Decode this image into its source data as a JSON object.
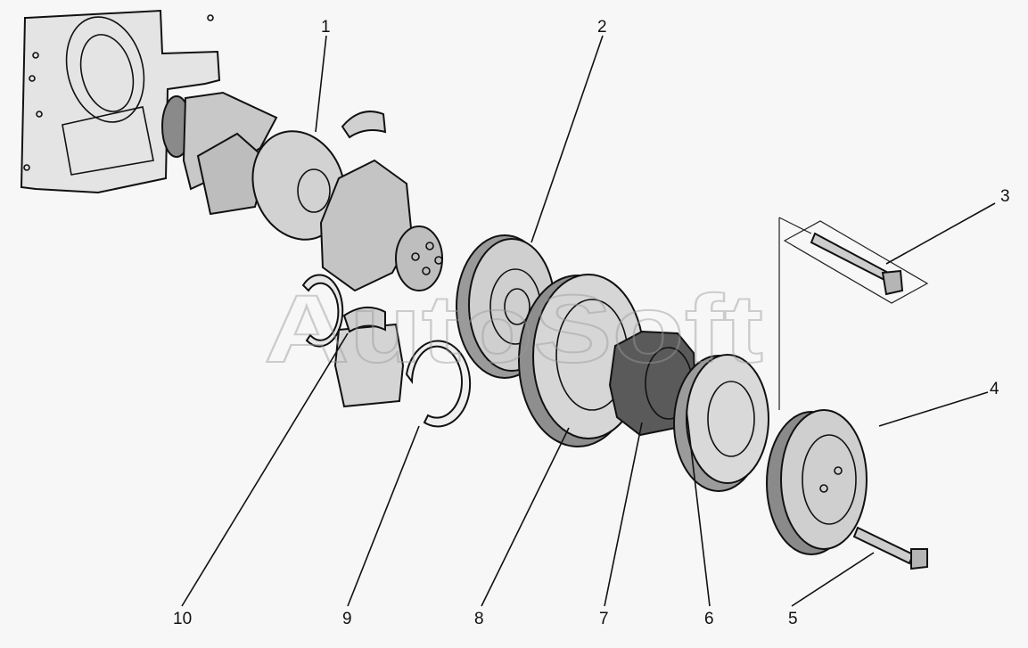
{
  "diagram": {
    "watermark": "AutoSoft",
    "callouts": [
      {
        "id": "c1",
        "label": "1"
      },
      {
        "id": "c2",
        "label": "2"
      },
      {
        "id": "c3",
        "label": "3"
      },
      {
        "id": "c4",
        "label": "4"
      },
      {
        "id": "c5",
        "label": "5"
      },
      {
        "id": "c6",
        "label": "6"
      },
      {
        "id": "c7",
        "label": "7"
      },
      {
        "id": "c8",
        "label": "8"
      },
      {
        "id": "c9",
        "label": "9"
      },
      {
        "id": "c10",
        "label": "10"
      }
    ]
  },
  "colors": {
    "background": "#f7f7f7",
    "ink": "#111111",
    "part_fill": "#d4d4d4",
    "part_shade": "#9c9c9c",
    "watermark": "#9a9a9a"
  }
}
